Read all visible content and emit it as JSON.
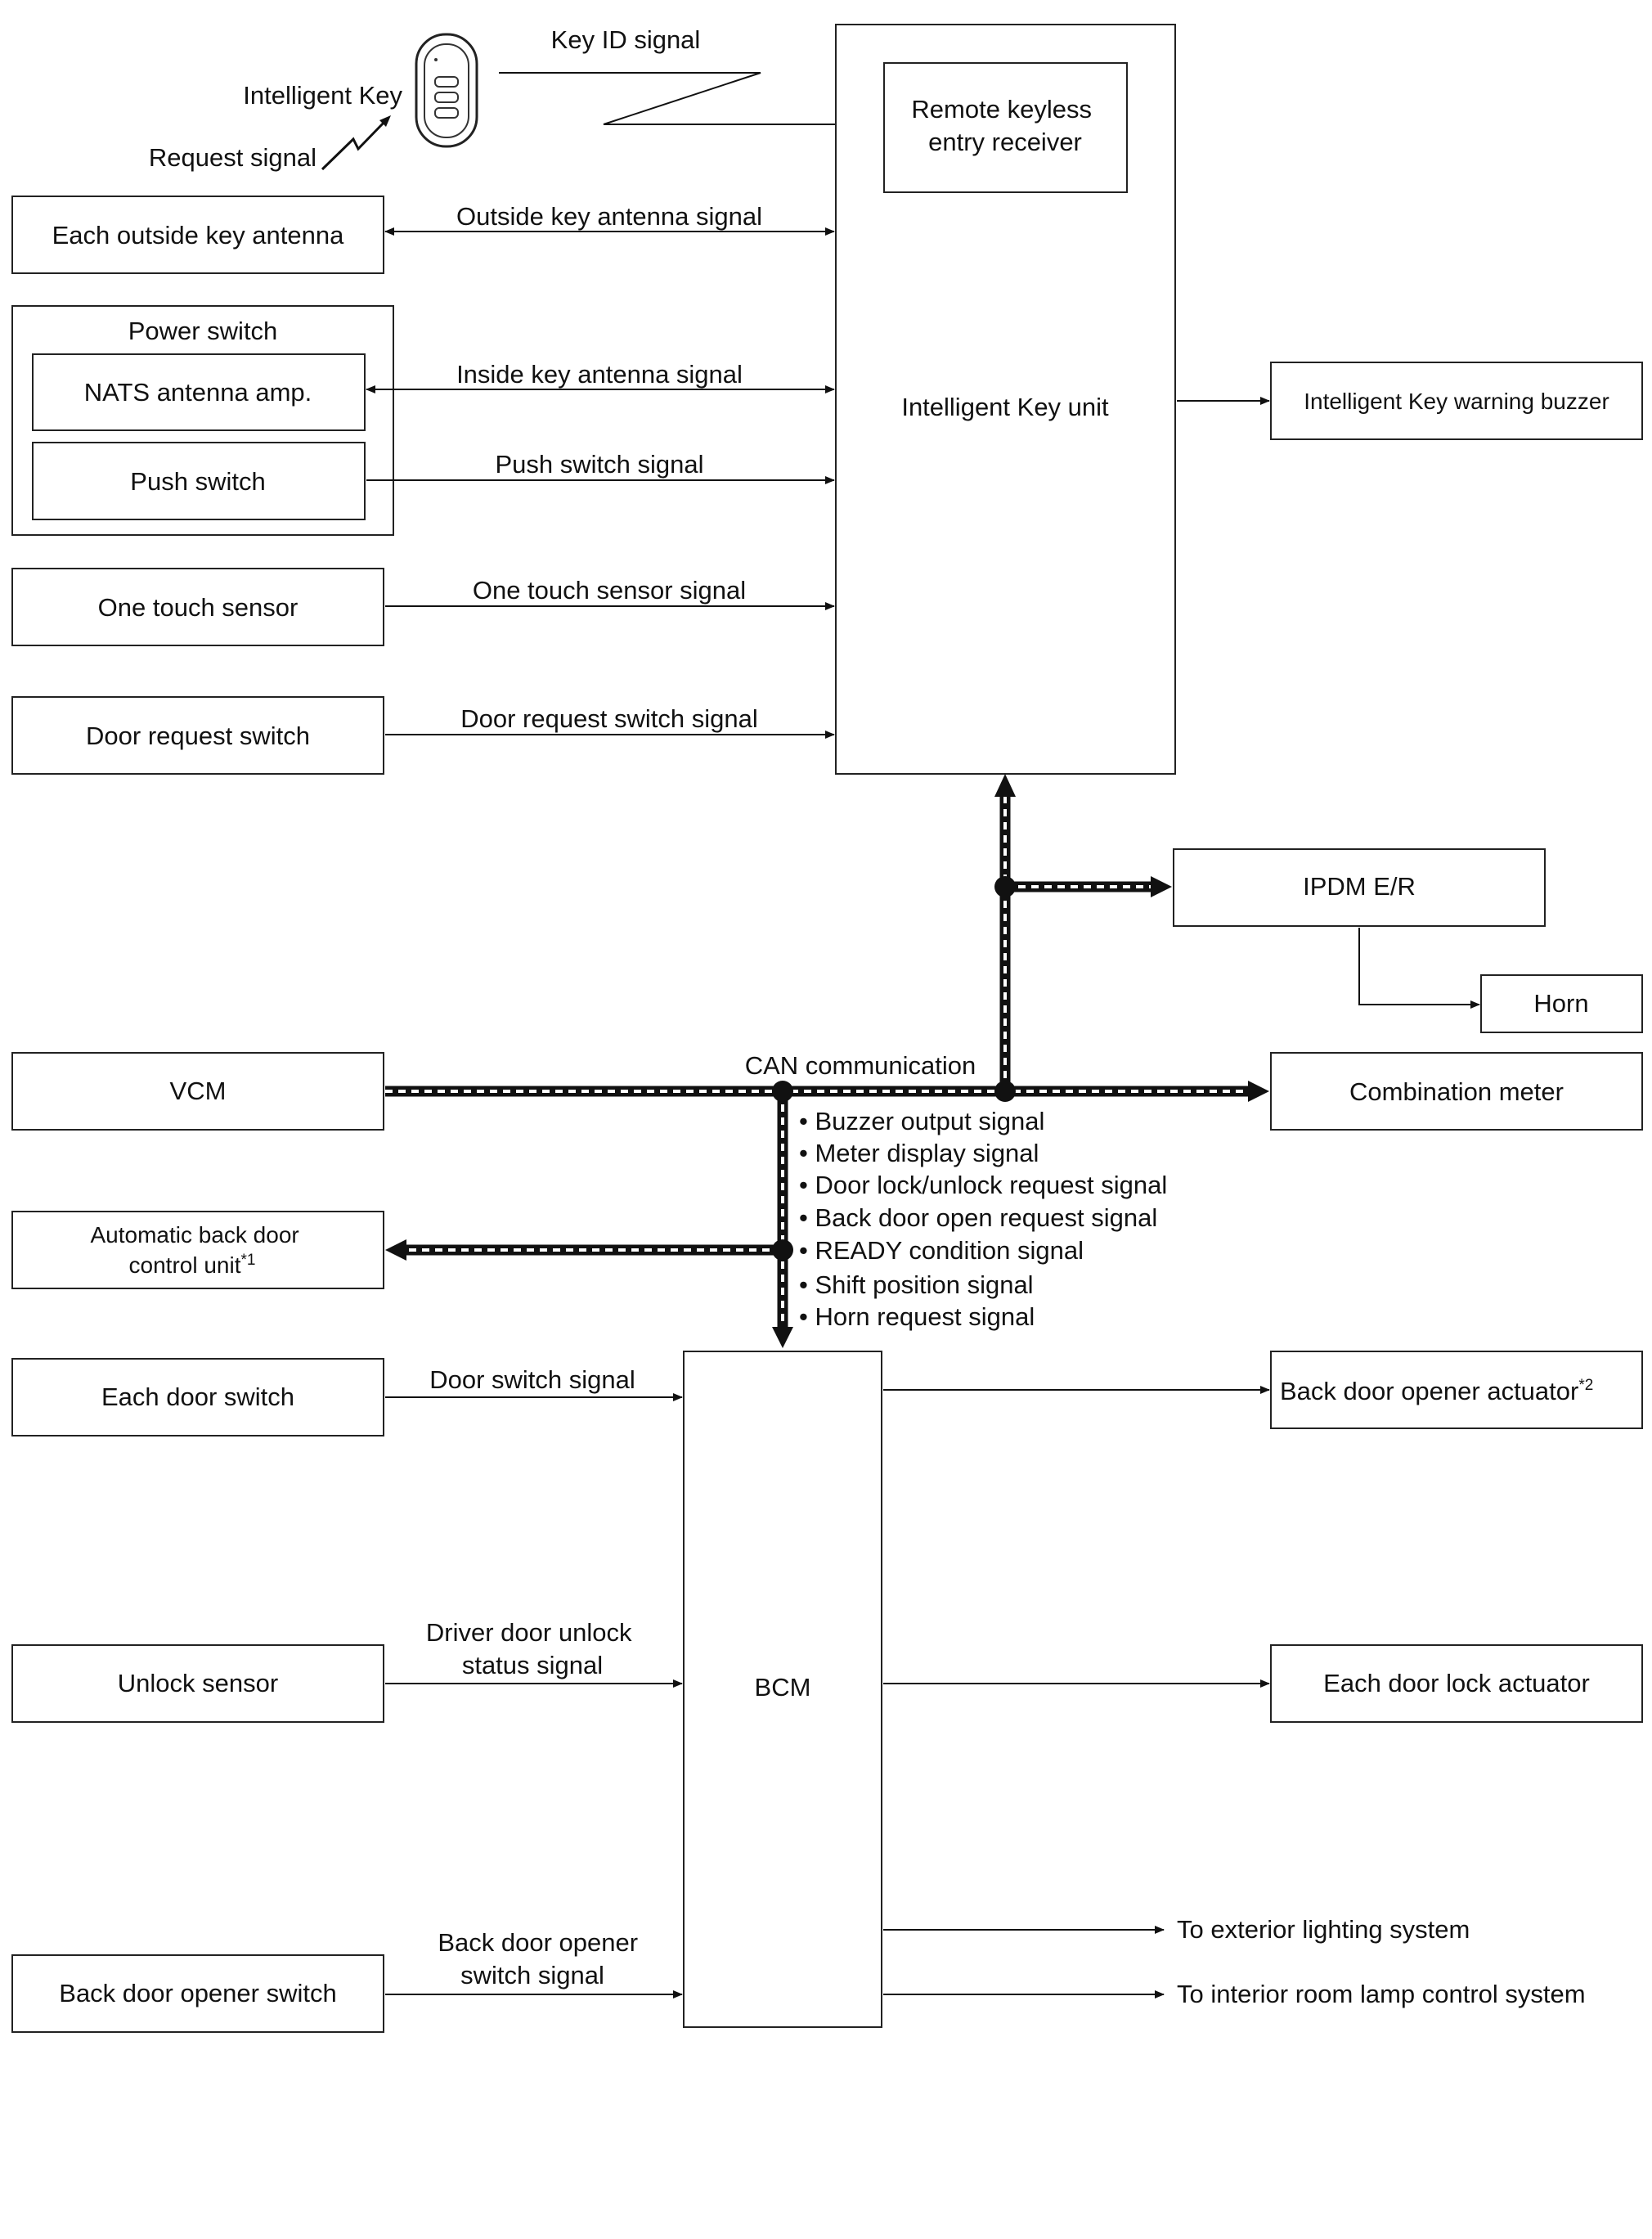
{
  "diagram": {
    "boxes": {
      "intelligent_key_unit": "Intelligent Key unit",
      "remote_keyless_receiver": [
        "Remote keyless",
        "entry receiver"
      ],
      "each_outside_key_antenna": "Each outside key antenna",
      "power_switch": "Power switch",
      "nats_antenna_amp": "NATS antenna amp.",
      "push_switch": "Push switch",
      "one_touch_sensor": "One touch sensor",
      "door_request_switch": "Door request switch",
      "ik_warning_buzzer": "Intelligent Key warning buzzer",
      "ipdm_er": "IPDM E/R",
      "horn": "Horn",
      "vcm": "VCM",
      "combination_meter": "Combination meter",
      "auto_back_door_cu": [
        "Automatic back door",
        "control unit"
      ],
      "auto_back_door_cu_note": "*1",
      "each_door_switch": "Each door switch",
      "unlock_sensor": "Unlock sensor",
      "back_door_opener_switch": "Back door opener switch",
      "bcm": "BCM",
      "back_door_opener_actuator": "Back door opener actuator",
      "back_door_opener_actuator_note": "*2",
      "each_door_lock_actuator": "Each door lock actuator"
    },
    "labels": {
      "intelligent_key": "Intelligent Key",
      "request_signal": "Request signal",
      "key_id_signal": "Key ID signal",
      "outside_key_antenna_signal": "Outside key antenna signal",
      "inside_key_antenna_signal": "Inside key antenna signal",
      "push_switch_signal": "Push switch signal",
      "one_touch_sensor_signal": "One touch sensor signal",
      "door_request_switch_signal": "Door request switch signal",
      "can_communication": "CAN communication",
      "door_switch_signal": "Door switch signal",
      "driver_door_unlock_status_signal": [
        "Driver door unlock",
        "status signal"
      ],
      "back_door_opener_switch_signal": [
        "Back door opener",
        "switch signal"
      ],
      "to_exterior_lighting": "To exterior lighting system",
      "to_interior_room_lamp": "To interior room lamp control system"
    },
    "can_signals": [
      "• Buzzer output signal",
      "• Meter display signal",
      "• Door lock/unlock request signal",
      "• Back door open request signal",
      "• READY condition signal",
      "• Shift position signal",
      "• Horn request signal"
    ]
  }
}
